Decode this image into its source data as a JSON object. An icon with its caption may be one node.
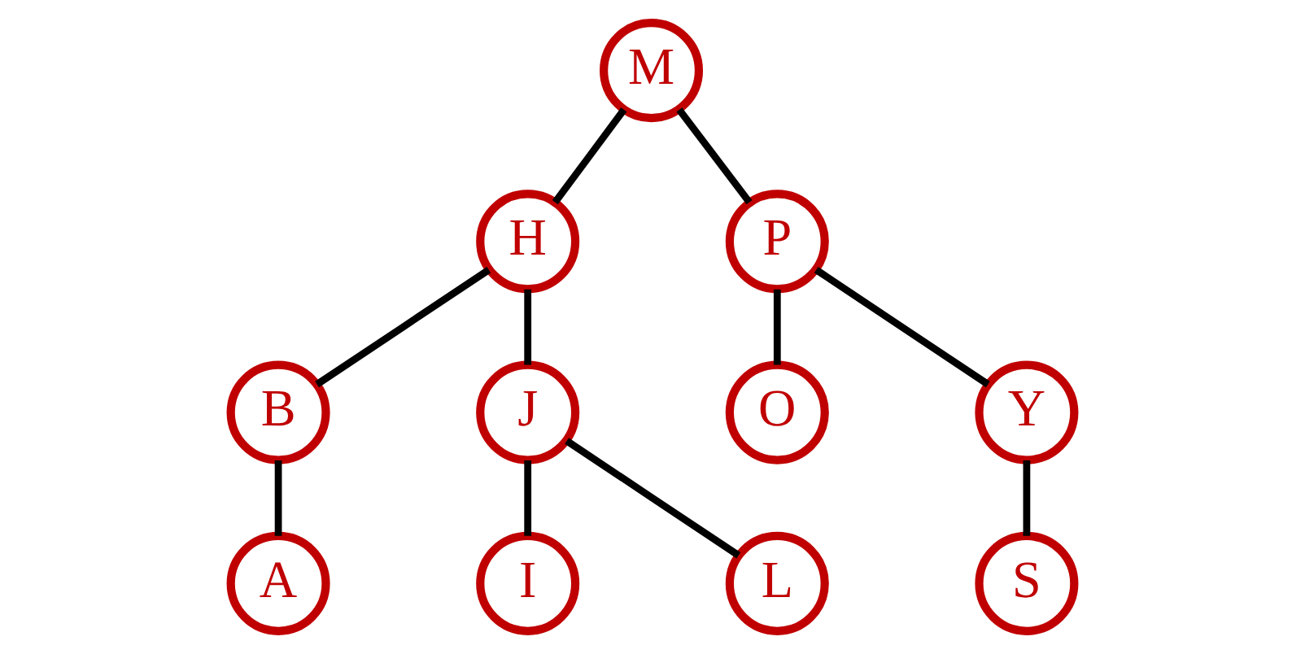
{
  "diagram": {
    "nodes": [
      {
        "text": [
          "M"
        ]
      },
      {
        "text": [
          "H"
        ]
      },
      {
        "text": [
          "P"
        ]
      },
      {
        "text": [
          "B"
        ]
      },
      {
        "text": [
          "J"
        ]
      },
      {
        "text": [
          "O"
        ]
      },
      {
        "text": [
          "Y"
        ]
      },
      {
        "text": [
          "A"
        ]
      },
      {
        "text": [
          "I"
        ]
      },
      {
        "text": [
          "L"
        ]
      },
      {
        "text": [
          "S"
        ]
      }
    ],
    "edges": [
      {
        "from": 0,
        "to": 1,
        "arrow": "none"
      },
      {
        "from": 0,
        "to": 2,
        "arrow": "none"
      },
      {
        "from": 1,
        "to": 3,
        "arrow": "none"
      },
      {
        "from": 1,
        "to": 4,
        "arrow": "none"
      },
      {
        "from": 2,
        "to": 5,
        "arrow": "none"
      },
      {
        "from": 2,
        "to": 6,
        "arrow": "none"
      },
      {
        "from": 3,
        "to": 7,
        "arrow": "none"
      },
      {
        "from": 4,
        "to": 8,
        "arrow": "none"
      },
      {
        "from": 4,
        "to": 9,
        "arrow": "none"
      },
      {
        "from": 6,
        "to": 10,
        "arrow": "none"
      }
    ]
  }
}
